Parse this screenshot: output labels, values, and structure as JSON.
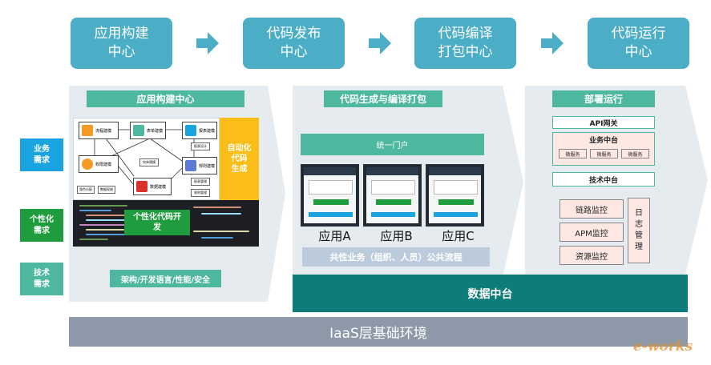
{
  "stages": [
    {
      "label": "应用构建\n中心"
    },
    {
      "label": "代码发布\n中心"
    },
    {
      "label": "代码编译\n打包中心"
    },
    {
      "label": "代码运行\n中心"
    }
  ],
  "side_labels": [
    {
      "label": "业务\n需求",
      "color": "#1AA3E1"
    },
    {
      "label": "个性化\n需求",
      "color": "#1F9C3E"
    },
    {
      "label": "技术\n需求",
      "color": "#4DB79F"
    }
  ],
  "build_panel": {
    "title": "应用构建中心",
    "nodes": [
      "流程建模",
      "表单建模",
      "报表建模",
      "权限建模",
      "数据建模",
      "规则建模"
    ],
    "small_nodes": [
      "报表设计",
      "报表管理",
      "规则管理",
      "角色分配",
      "数据权限",
      "实体建模"
    ],
    "auto_code": "自动化\n代码\n生成",
    "personal_code": "个性化代码开\n发",
    "architecture": "架构/开发语言/性能/安全"
  },
  "compile_panel": {
    "title": "代码生成与编译打包",
    "portal": "统一门户",
    "apps": [
      "应用A",
      "应用B",
      "应用C"
    ],
    "common": "共性业务（组织、人员）公共流程"
  },
  "deploy_panel": {
    "title": "部署运行",
    "api_gateway": "API网关",
    "business_platform": "业务中台",
    "microservices": [
      "微服务",
      "微服务",
      "微服务"
    ],
    "tech_platform": "技术中台",
    "monitors": [
      "链路监控",
      "APM监控",
      "资源监控"
    ],
    "log_management": "日\n志\n管\n理"
  },
  "data_platform": "数据中台",
  "iaas": "IaaS层基础环境",
  "watermark": "e-works",
  "colors": {
    "stage": "#4BADC6",
    "title_bar": "#4DB79F",
    "panel_bg": "#E6EBF0",
    "auto_code": "#FBBE18",
    "data_platform": "#0E7C7B",
    "iaas": "#8D98A8",
    "pink_box": "#FDE8E4"
  }
}
